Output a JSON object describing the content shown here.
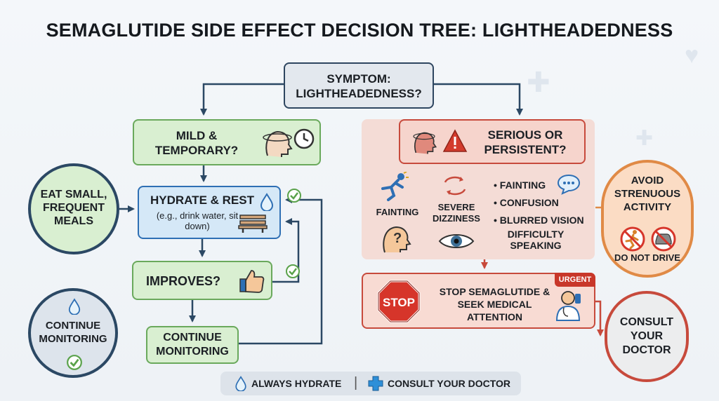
{
  "title": "SEMAGLUTIDE SIDE EFFECT DECISION TREE: LIGHTHEADEDNESS",
  "symptom": "SYMPTOM: LIGHTHEADEDNESS?",
  "mild": "MILD & TEMPORARY?",
  "hydrate": {
    "label": "HYDRATE & REST",
    "sub": "(e.g., drink water, sit down)"
  },
  "improves": "IMPROVES?",
  "continue_box": "CONTINUE MONITORING",
  "eat_circle": "EAT SMALL, FREQUENT MEALS",
  "monitor_circle": "CONTINUE MONITORING",
  "serious": "SERIOUS OR PERSISTENT?",
  "symptoms": {
    "fainting": "FAINTING",
    "dizziness": "SEVERE DIZZINESS",
    "bullets": [
      "FAINTING",
      "CONFUSION",
      "BLURRED VISION"
    ],
    "speaking": "DIFFICULTY SPEAKING"
  },
  "stop": {
    "sign": "STOP",
    "label": "STOP SEMAGLUTIDE & SEEK MEDICAL ATTENTION",
    "badge": "URGENT"
  },
  "avoid": {
    "label": "AVOID STRENUOUS ACTIVITY",
    "sub": "DO NOT DRIVE"
  },
  "consult": "CONSULT YOUR DOCTOR",
  "footer": {
    "hydrate": "ALWAYS HYDRATE",
    "consult": "CONSULT YOUR DOCTOR"
  },
  "colors": {
    "green": "#6aa95c",
    "blue": "#2e6fb4",
    "red": "#c74a3c",
    "orange": "#e08a46",
    "navy": "#2b4864"
  },
  "icons": [
    "head-dizzy-icon",
    "clock-icon",
    "water-drop-icon",
    "bench-icon",
    "thumbs-up-icon",
    "checkmark-icon",
    "warning-icon",
    "falling-person-icon",
    "circular-arrows-icon",
    "chat-bubble-icon",
    "question-head-icon",
    "eye-icon",
    "stop-sign-icon",
    "doctor-icon",
    "no-running-icon",
    "no-car-icon",
    "medical-cross-icon"
  ]
}
